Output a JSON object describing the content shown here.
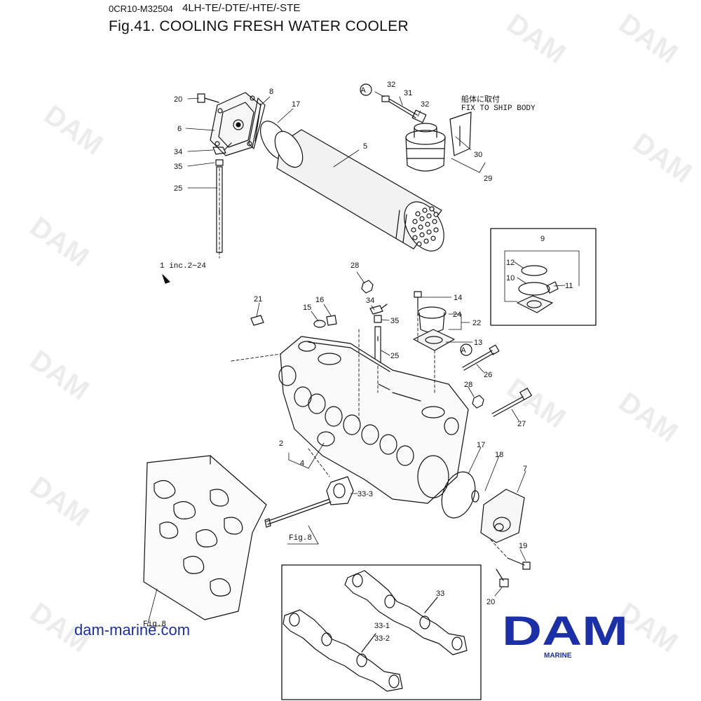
{
  "header": {
    "doc_code": "0CR10-M32504",
    "models": "4LH-TE/-DTE/-HTE/-STE",
    "title": "Fig.41.  COOLING FRESH WATER COOLER"
  },
  "callouts": {
    "c20a": "20",
    "c8": "8",
    "c17a": "17",
    "c6": "6",
    "c34a": "34",
    "c35a": "35",
    "c25a": "25",
    "c5": "5",
    "c32a": "32",
    "c31": "31",
    "c32b": "32",
    "c30": "30",
    "c29": "29",
    "c9": "9",
    "c12": "12",
    "c10": "10",
    "c11": "11",
    "c28a": "28",
    "c21": "21",
    "c15": "15",
    "c16": "16",
    "c34b": "34",
    "c35b": "35",
    "c25b": "25",
    "c14": "14",
    "c24": "24",
    "c22": "22",
    "c13": "13",
    "c26": "26",
    "c28b": "28",
    "c27": "27",
    "c2": "2",
    "c4": "4",
    "c17b": "17",
    "c18": "18",
    "c7": "7",
    "c33_3": "33-3",
    "c19": "19",
    "c20b": "20",
    "c33": "33",
    "c33_1": "33-1",
    "c33_2": "33-2"
  },
  "markers": {
    "ref_a1": "A",
    "ref_a2": "A"
  },
  "notes": {
    "ship_body_jp": "船体に取付",
    "ship_body_en": "FIX TO SHIP BODY",
    "assembly_note": "1 inc.2∼24",
    "fig8_a": "Fig.8",
    "fig8_b": "Fig.8"
  },
  "footer": {
    "site": "dam-marine.com",
    "logo": "DAM",
    "logo_sub": "MARINE",
    "watermark": "DAM"
  },
  "colors": {
    "brand_blue": "#1a2fa8",
    "line": "#111111"
  }
}
